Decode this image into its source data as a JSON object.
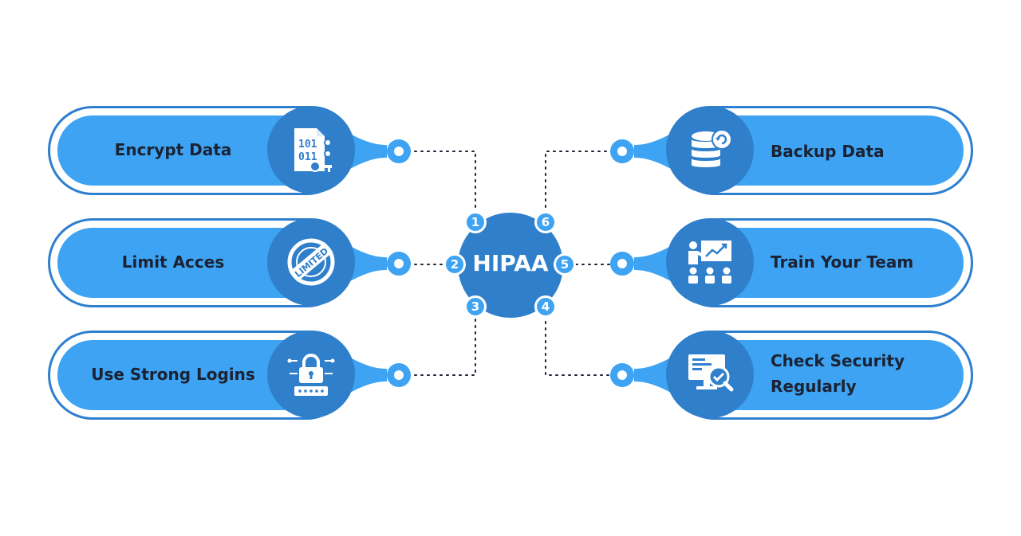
{
  "hub": {
    "title": "HIPAA",
    "numbers": [
      "1",
      "2",
      "3",
      "4",
      "5",
      "6"
    ]
  },
  "items": [
    {
      "number": "1",
      "label": "Encrypt Data",
      "icon": "binary-document-key-icon"
    },
    {
      "number": "2",
      "label": "Limit Acces",
      "icon": "limited-stamp-icon"
    },
    {
      "number": "3",
      "label": "Use Strong Logins",
      "icon": "lock-password-icon"
    },
    {
      "number": "4",
      "label": "Check Security Regularly",
      "icon": "monitor-check-icon"
    },
    {
      "number": "5",
      "label": "Train Your Team",
      "icon": "presentation-team-icon"
    },
    {
      "number": "6",
      "label": "Backup Data",
      "icon": "database-backup-icon"
    }
  ],
  "colors": {
    "pill": "#3da3f2",
    "pill_border": "#2e7fcf",
    "icon_circle": "#2f7fcb",
    "hub": "#2f7fcb",
    "text": "#1b2233"
  }
}
